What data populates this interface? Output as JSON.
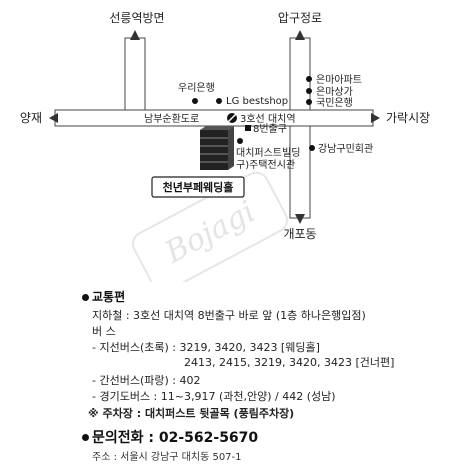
{
  "map": {
    "labels": {
      "north_west": "선릉역방면",
      "north_east": "압구정로",
      "west": "양재",
      "east": "가락시장",
      "south": "개포동",
      "woori": "우리은행",
      "lg": "LG bestshop",
      "station": "3호선 대치역",
      "road": "남부순환도로",
      "exit8": "8번출구",
      "building": "대치퍼스트빌딩",
      "building2": "구)주택전시관",
      "hall": "천년부페웨딩홀",
      "apt": "은마아파트",
      "mall": "은마상가",
      "kb": "국민은행",
      "civic": "강남구민회관",
      "watermark": "Bojagi"
    }
  },
  "info": {
    "traffic_title": "교통편",
    "subway_label": "지하철 : 3호선 대치역 8번출구 바로 앞 (1층 하나은행입점)",
    "bus_label": "버   스",
    "green_bus_1": "- 지선버스(초록) : 3219, 3420, 3423 [웨딩홀]",
    "green_bus_2": "2413, 2415, 3219, 3420, 3423 [건너편]",
    "blue_bus": "- 간선버스(파랑) : 402",
    "gyeonggi_bus": "- 경기도버스 : 11~3,917 (과천,안양) / 442 (성남)",
    "parking": "※ 주차장 : 대치퍼스트 뒷골목 (풍림주차장)",
    "contact_title": "문의전화 : 02-562-5670",
    "address": "주소 : 서울시 강남구 대치동 507-1"
  }
}
